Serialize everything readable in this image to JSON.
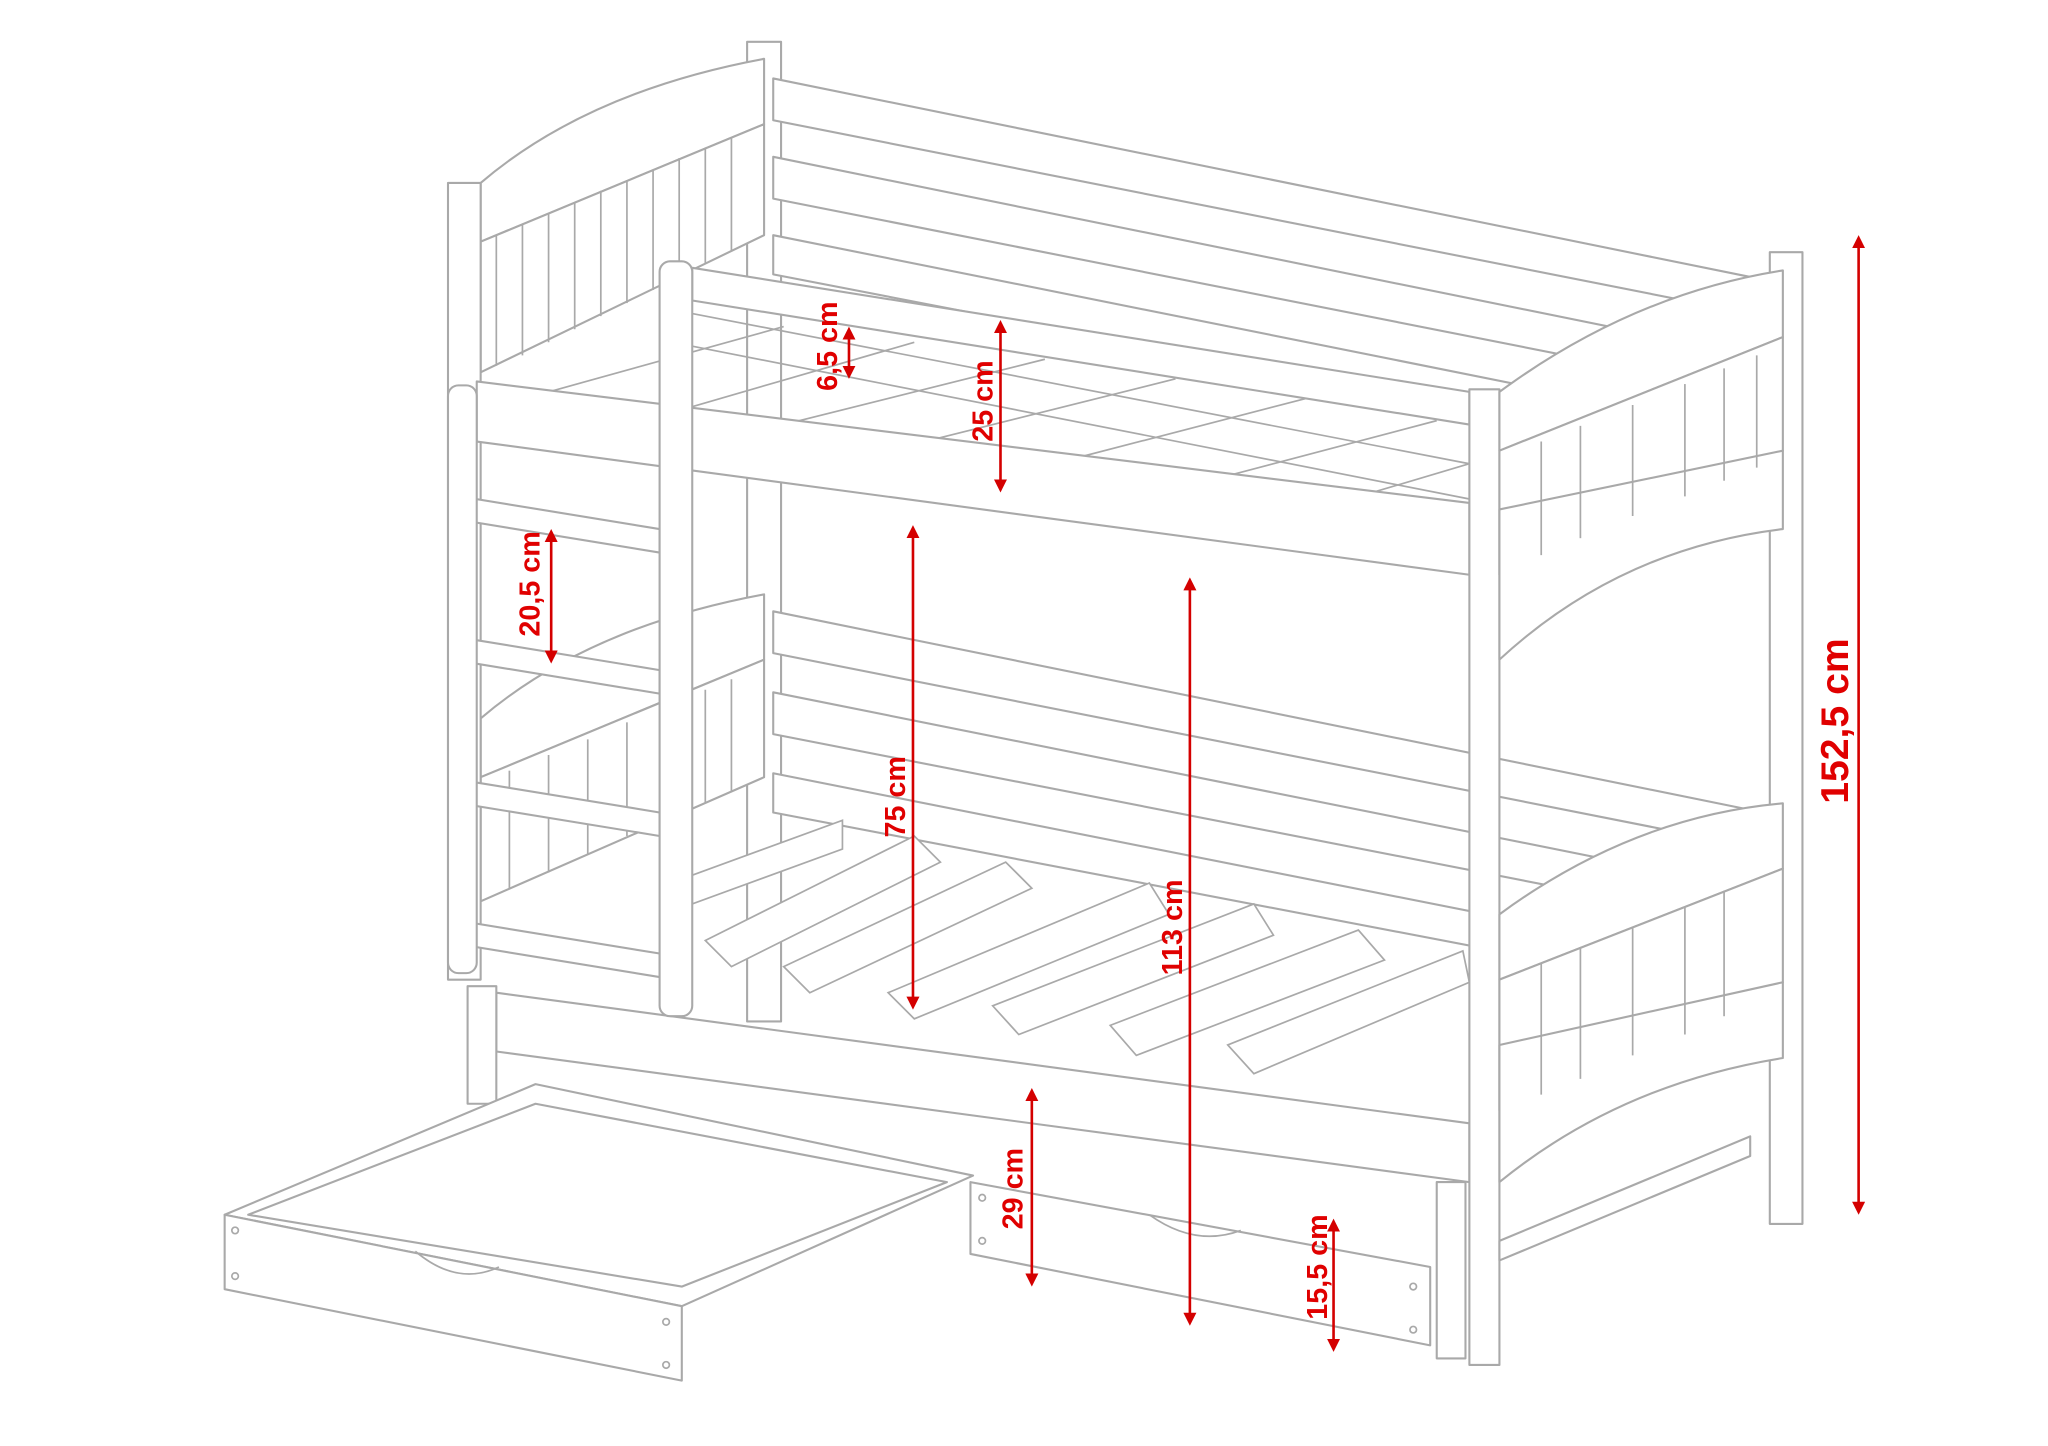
{
  "colors": {
    "dimension": "#e00000",
    "outline": "#a9a9a9",
    "background": "#ffffff"
  },
  "dimensions": [
    {
      "id": "guard-gap",
      "label": "6,5 cm"
    },
    {
      "id": "guard-height",
      "label": "25 cm"
    },
    {
      "id": "ladder-step",
      "label": "20,5 cm"
    },
    {
      "id": "bunk-clearance",
      "label": "75 cm"
    },
    {
      "id": "upper-bed-height",
      "label": "113 cm"
    },
    {
      "id": "total-height",
      "label": "152,5 cm"
    },
    {
      "id": "trundle-height",
      "label": "29 cm"
    },
    {
      "id": "drawer-height",
      "label": "15,5 cm"
    }
  ]
}
